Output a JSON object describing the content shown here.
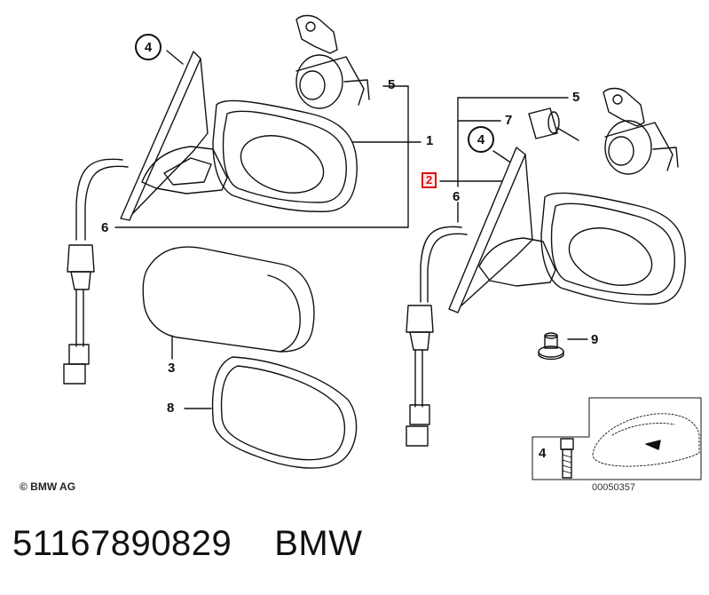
{
  "callouts": {
    "left_mirror_glass_ref": "4",
    "left_cap_clip": "5",
    "left_housing": "1",
    "left_cable": "6",
    "cover_cap": "3",
    "gasket": "8",
    "right_cap_clip": "5",
    "right_motor": "7",
    "right_mirror_glass_ref": "4",
    "right_highlight": "2",
    "right_cable": "6",
    "rivet": "9",
    "bolt": "4"
  },
  "copyright": "© BMW AG",
  "diagram_id": "00050357",
  "footer": {
    "part_number": "51167890829",
    "brand": "BMW"
  },
  "colors": {
    "line": "#111111",
    "highlight_border": "#dd1111",
    "highlight_fill": "#fde8e8"
  }
}
